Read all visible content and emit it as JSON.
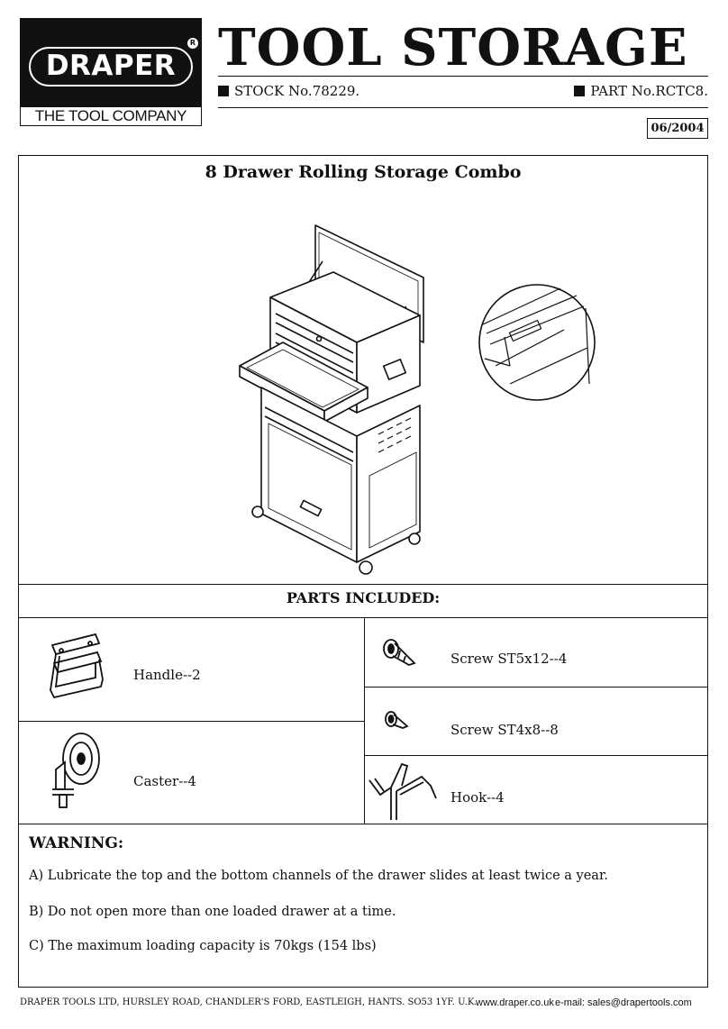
{
  "logo": {
    "brand": "DRAPER",
    "registered": "R",
    "tagline": "THE TOOL COMPANY"
  },
  "header": {
    "title": "TOOL STORAGE",
    "stock": "STOCK No.78229.",
    "part": "PART No.RCTC8.",
    "date": "06/2004"
  },
  "product": {
    "title": "8 Drawer Rolling Storage Combo"
  },
  "parts": {
    "heading": "PARTS INCLUDED:",
    "items": [
      {
        "label": "Handle--2",
        "icon": "handle-icon"
      },
      {
        "label": "Caster--4",
        "icon": "caster-icon"
      },
      {
        "label": "Screw ST5x12--4",
        "icon": "screw-large-icon"
      },
      {
        "label": "Screw ST4x8--8",
        "icon": "screw-small-icon"
      },
      {
        "label": "Hook--4",
        "icon": "hook-icon"
      }
    ]
  },
  "warning": {
    "title": "WARNING:",
    "lines": [
      "A) Lubricate the top and the bottom channels of the drawer slides at least twice a year.",
      "B) Do not open more than one loaded drawer at a time.",
      "C) The maximum loading capacity is 70kgs (154 lbs)"
    ]
  },
  "footer": {
    "address": "DRAPER TOOLS LTD, HURSLEY ROAD, CHANDLER'S FORD, EASTLEIGH, HANTS. SO53 1YF. U.K.",
    "website": "www.draper.co.uk",
    "email": "e-mail: sales@drapertools.com"
  }
}
